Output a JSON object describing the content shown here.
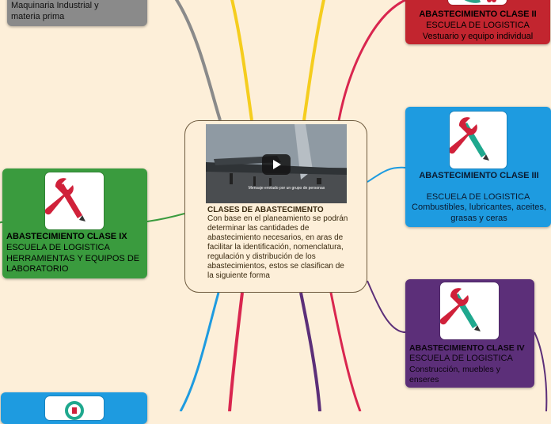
{
  "central": {
    "video_caption": "Mensaje enviado por un grupo de personas",
    "title": "CLASES DE ABASTECIMENTO",
    "body": "Con base  en el planeamiento se podrán determinar  las cantidades de abastecimiento  necesarios, en aras  de facilitar la identificación, nomenclatura, regulación y distribución de los abastecimientos, estos se clasifican  de la  siguiente forma"
  },
  "nodes": {
    "gray": {
      "text": "Maquinaria Industrial y materia prima",
      "color": "#8a8a8a"
    },
    "red": {
      "title": "ABASTECIMIENTO CLASE II",
      "line1": "ESCUELA DE LOGISTICA",
      "line2": "Vestuario y equipo individual",
      "color": "#c2252f"
    },
    "blue": {
      "title": "ABASTECIMIENTO CLASE III",
      "line1": "ESCUELA DE LOGISTICA",
      "line2": "Combustibles, lubricantes, aceites, grasas y ceras",
      "color": "#1e9be0"
    },
    "purple": {
      "title": "ABASTECIMIENTO CLASE IV",
      "line1": "ESCUELA DE LOGISTICA",
      "line2": "Construcción, muebles y enseres",
      "color": "#5c2f79"
    },
    "green": {
      "title": "ABASTECIMIENTO CLASE IX",
      "line1": "ESCUELA DE LOGISTICA HERRAMIENTAS Y EQUIPOS DE LABORATORIO",
      "color": "#3a9b3e"
    },
    "bottom": {
      "color": "#1e9be0"
    }
  },
  "icons": {
    "node_icon": "wrench-pencil-icon",
    "play_icon": "play-icon"
  }
}
